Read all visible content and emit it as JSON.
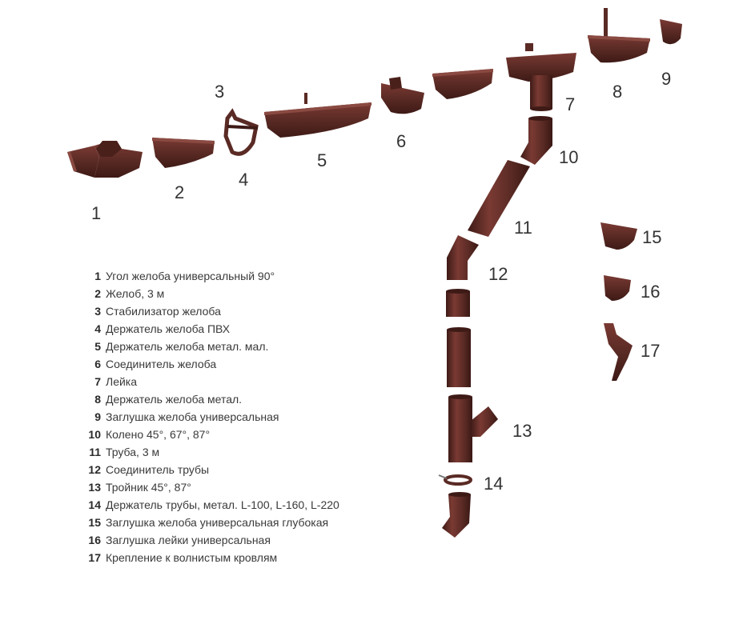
{
  "colors": {
    "part": "#5a2a24",
    "part_dark": "#3e1a16",
    "part_light": "#8a4a42",
    "text": "#333333"
  },
  "callouts": [
    "1",
    "2",
    "3",
    "4",
    "5",
    "6",
    "7",
    "8",
    "9",
    "10",
    "11",
    "12",
    "13",
    "14",
    "15",
    "16",
    "17"
  ],
  "legend": [
    {
      "num": "1",
      "text": "Угол желоба универсальный 90°"
    },
    {
      "num": "2",
      "text": "Желоб, 3 м"
    },
    {
      "num": "3",
      "text": "Стабилизатор желоба"
    },
    {
      "num": "4",
      "text": "Держатель желоба ПВХ"
    },
    {
      "num": "5",
      "text": "Держатель желоба метал. мал."
    },
    {
      "num": "6",
      "text": "Соединитель желоба"
    },
    {
      "num": "7",
      "text": "Лейка"
    },
    {
      "num": "8",
      "text": "Держатель желоба метал."
    },
    {
      "num": "9",
      "text": "Заглушка желоба универсальная"
    },
    {
      "num": "10",
      "text": "Колено 45°, 67°, 87°"
    },
    {
      "num": "11",
      "text": "Труба, 3 м"
    },
    {
      "num": "12",
      "text": "Соединитель трубы"
    },
    {
      "num": "13",
      "text": "Тройник 45°, 87°"
    },
    {
      "num": "14",
      "text": "Держатель трубы, метал. L-100, L-160, L-220"
    },
    {
      "num": "15",
      "text": "Заглушка желоба универсальная глубокая"
    },
    {
      "num": "16",
      "text": "Заглушка лейки универсальная"
    },
    {
      "num": "17",
      "text": "Крепление к волнистым кровлям"
    }
  ]
}
